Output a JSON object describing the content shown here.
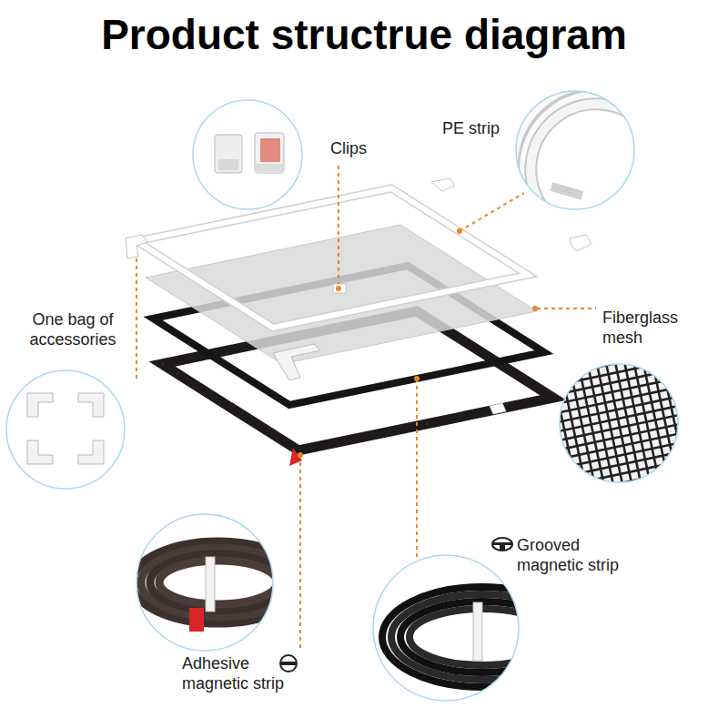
{
  "diagram": {
    "title": "Product structrue diagram",
    "labels": [
      "Clips",
      "PE strip",
      "One bag of accessories",
      "Fiberglass mesh",
      "Grooved magnetic strip",
      "Adhesive magnetic strip"
    ]
  }
}
